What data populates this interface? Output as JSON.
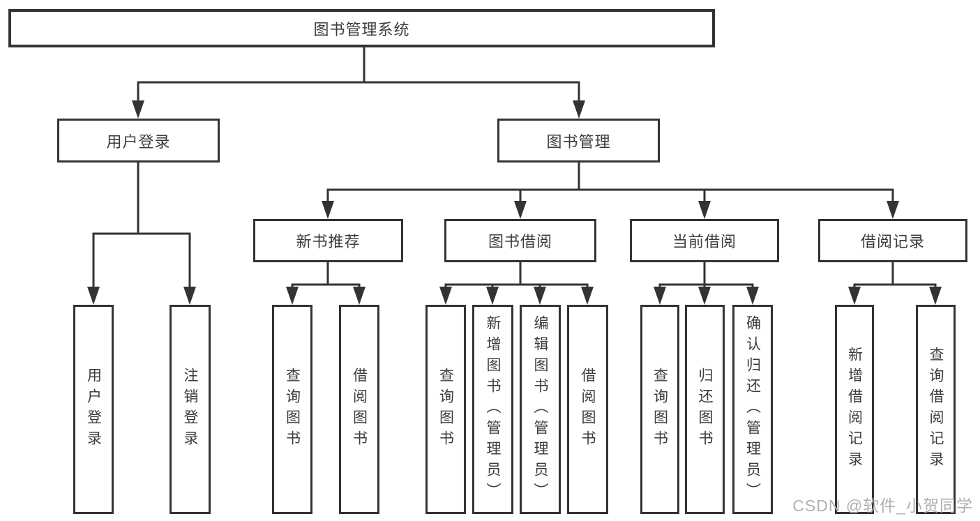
{
  "root": {
    "label": "图书管理系统"
  },
  "branches": [
    {
      "label": "用户登录",
      "children": [
        {
          "label": "用户登录"
        },
        {
          "label": "注销登录"
        }
      ]
    },
    {
      "label": "图书管理",
      "children": [
        {
          "label": "新书推荐",
          "children": [
            {
              "label": "查询图书"
            },
            {
              "label": "借阅图书"
            }
          ]
        },
        {
          "label": "图书借阅",
          "children": [
            {
              "label": "查询图书"
            },
            {
              "label": "新增图书（管理员）"
            },
            {
              "label": "编辑图书（管理员）"
            },
            {
              "label": "借阅图书"
            }
          ]
        },
        {
          "label": "当前借阅",
          "children": [
            {
              "label": "查询图书"
            },
            {
              "label": "归还图书"
            },
            {
              "label": "确认归还（管理员）"
            }
          ]
        },
        {
          "label": "借阅记录",
          "children": [
            {
              "label": "新增借阅记录"
            },
            {
              "label": "查询借阅记录"
            }
          ]
        }
      ]
    }
  ],
  "watermark": {
    "text": "CSDN @软件_小贺同学"
  },
  "colors": {
    "line": "#333333",
    "text": "#3c3c3c",
    "watermark": "#b0b0b0",
    "background": "#ffffff"
  }
}
